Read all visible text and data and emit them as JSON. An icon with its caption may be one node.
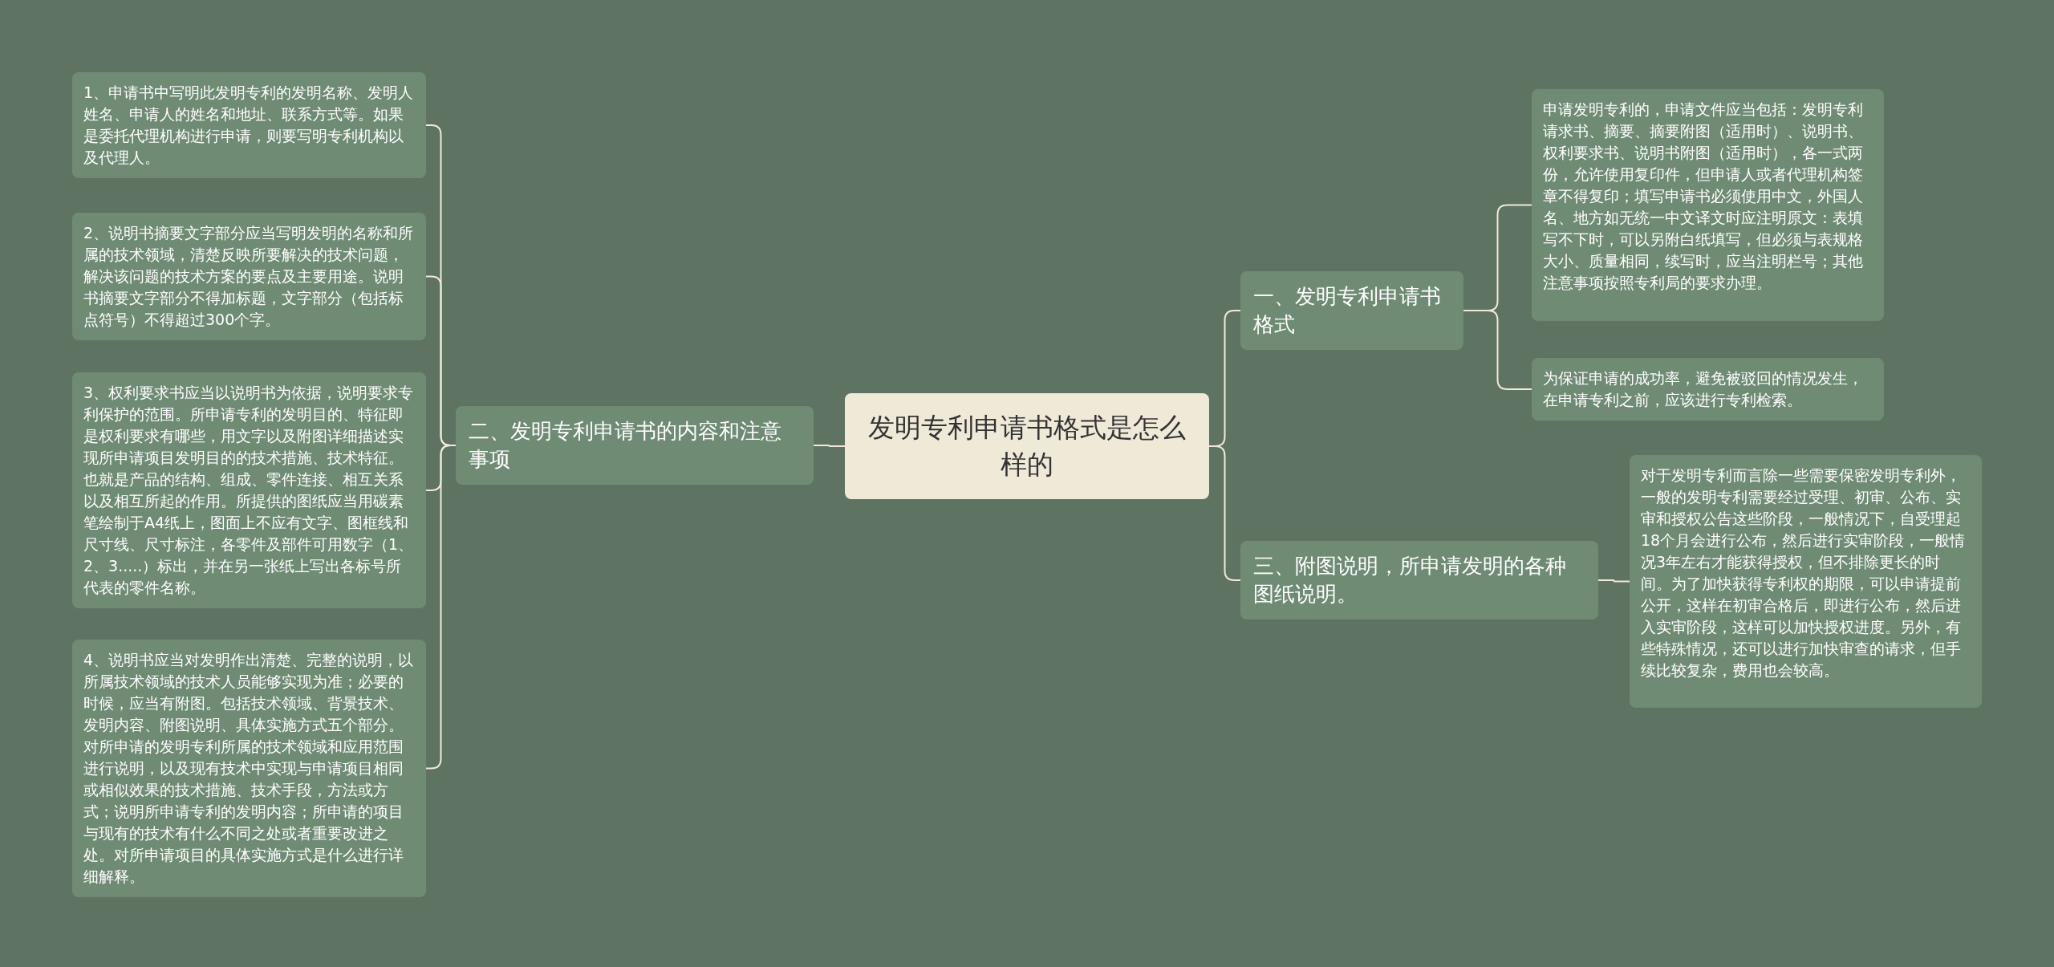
{
  "diagram": {
    "nodes": [
      {
        "text": [
          "发明专利申请书格式是怎么样的"
        ]
      },
      {
        "text": [
          "二、发明专利申请书的内容和注意事项"
        ]
      },
      {
        "text": [
          "1、申请书中写明此发明专利的发明名称、发明人姓名、申请人的姓名和地址、联系方式等。如果是委托代理机构进行申请，则要写明专利机构以及代理人。"
        ]
      },
      {
        "text": [
          "2、说明书摘要文字部分应当写明发明的名称和所属的技术领域，清楚反映所要解决的技术问题，解决该问题的技术方案的要点及主要用途。说明书摘要文字部分不得加标题，文字部分（包括标点符号）不得超过300个字。"
        ]
      },
      {
        "text": [
          "3、权利要求书应当以说明书为依据，说明要求专利保护的范围。所申请专利的发明目的、特征即是权利要求有哪些，用文字以及附图详细描述实现所申请项目发明目的的技术措施、技术特征。也就是产品的结构、组成、零件连接、相互关系以及相互所起的作用。所提供的图纸应当用碳素笔绘制于A4纸上，图面上不应有文字、图框线和尺寸线、尺寸标注，各零件及部件可用数字（1、2、3.....）标出，并在另一张纸上写出各标号所代表的零件名称。"
        ]
      },
      {
        "text": [
          "4、说明书应当对发明作出清楚、完整的说明，以所属技术领域的技术人员能够实现为准；必要的时候，应当有附图。包括技术领域、背景技术、发明内容、附图说明、具体实施方式五个部分。对所申请的发明专利所属的技术领域和应用范围进行说明，以及现有技术中实现与申请项目相同或相似效果的技术措施、技术手段，方法或方式；说明所申请专利的发明内容；所申请的项目与现有的技术有什么不同之处或者重要改进之处。对所申请项目的具体实施方式是什么进行详细解释。"
        ]
      },
      {
        "text": [
          "一、发明专利申请书格式"
        ]
      },
      {
        "text": [
          "申请发明专利的，申请文件应当包括：发明专利请求书、摘要、摘要附图（适用时）、说明书、权利要求书、说明书附图（适用时），各一式两份，允许使用复印件，但申请人或者代理机构签章不得复印；填写申请书必须使用中文，外国人名、地方如无统一中文译文时应注明原文：表填写不下时，可以另附白纸填写，但必须与表规格大小、质量相同，续写时，应当注明栏号；其他注意事项按照专利局的要求办理。"
        ]
      },
      {
        "text": [
          "为保证申请的成功率，避免被驳回的情况发生，在申请专利之前，应该进行专利检索。"
        ]
      },
      {
        "text": [
          "三、附图说明，所申请发明的各种图纸说明。"
        ]
      },
      {
        "text": [
          "对于发明专利而言除一些需要保密发明专利外，一般的发明专利需要经过受理、初审、公布、实审和授权公告这些阶段，一般情况下，自受理起18个月会进行公布，然后进行实审阶段，一般情况3年左右才能获得授权，但不排除更长的时间。为了加快获得专利权的期限，可以申请提前公开，这样在初审合格后，即进行公布，然后进入实审阶段，这样可以加快授权进度。另外，有些特殊情况，还可以进行加快审查的请求，但手续比较复杂，费用也会较高。"
        ]
      }
    ],
    "edges": [
      {
        "from": 0,
        "to": 1,
        "arrow": "none"
      },
      {
        "from": 1,
        "to": 2,
        "arrow": "none"
      },
      {
        "from": 1,
        "to": 3,
        "arrow": "none"
      },
      {
        "from": 1,
        "to": 4,
        "arrow": "none"
      },
      {
        "from": 1,
        "to": 5,
        "arrow": "none"
      },
      {
        "from": 0,
        "to": 6,
        "arrow": "none"
      },
      {
        "from": 6,
        "to": 7,
        "arrow": "none"
      },
      {
        "from": 6,
        "to": 8,
        "arrow": "none"
      },
      {
        "from": 0,
        "to": 9,
        "arrow": "none"
      },
      {
        "from": 9,
        "to": 10,
        "arrow": "none"
      }
    ]
  }
}
